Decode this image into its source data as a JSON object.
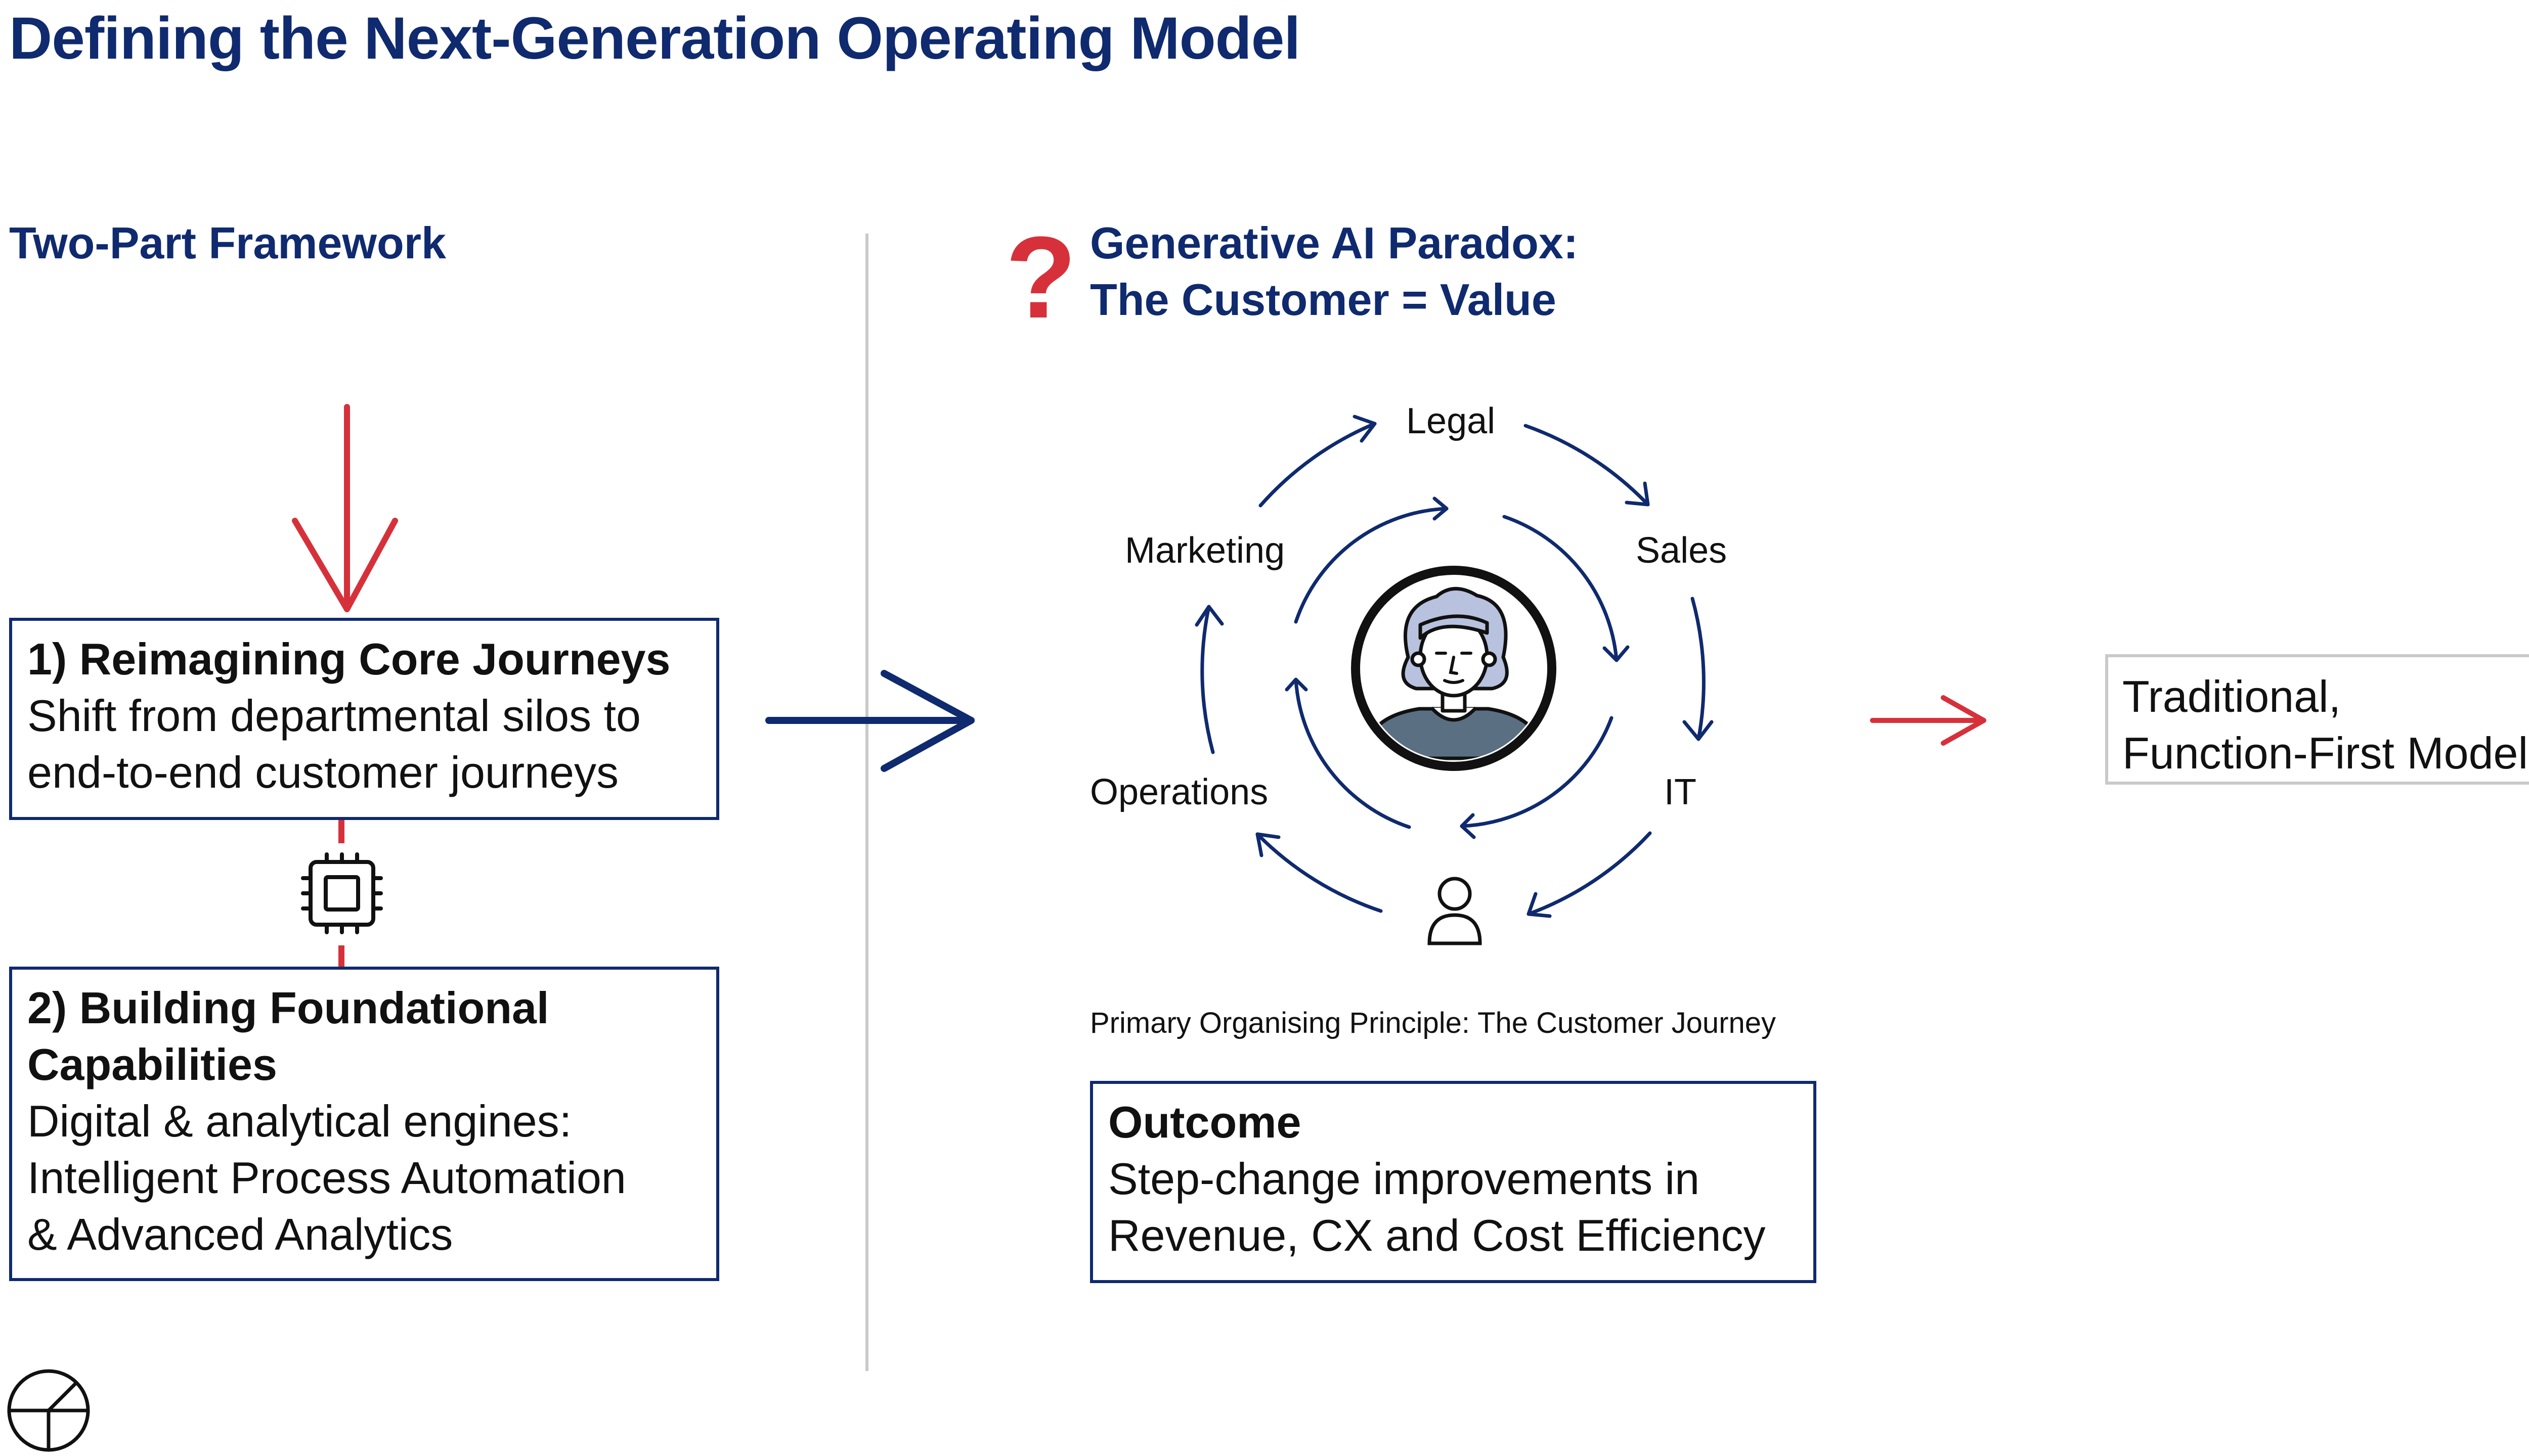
{
  "title": "Defining the Next-Generation Operating Model",
  "left": {
    "heading": "Two-Part Framework",
    "box1": {
      "title": "1) Reimagining Core Journeys",
      "lines": [
        "Shift from departmental silos to",
        "end-to-end customer journeys"
      ]
    },
    "box2": {
      "title_lines": [
        "2) Building Foundational",
        "Capabilities"
      ],
      "lines": [
        "Digital & analytical engines:",
        "Intelligent Process Automation",
        "& Advanced Analytics"
      ]
    }
  },
  "right": {
    "heading_lines": [
      "Generative AI Paradox:",
      "The Customer = Value"
    ],
    "cycle_labels": {
      "legal": "Legal",
      "sales": "Sales",
      "it": "IT",
      "operations": "Operations",
      "marketing": "Marketing"
    },
    "caption": "Primary Organising Principle: The Customer Journey",
    "outcome": {
      "title": "Outcome",
      "lines": [
        "Step-change improvements in",
        "Revenue, CX and Cost Efficiency"
      ]
    },
    "traditional_lines": [
      "Traditional,",
      "Function-First Model"
    ]
  },
  "icons": {
    "question": "question-mark-icon",
    "chip": "cpu-chip-icon",
    "customer": "customer-avatar-icon",
    "person": "person-icon",
    "logo": "brand-logo-icon"
  },
  "colors": {
    "navy": "#0f2a6e",
    "red": "#d6313a",
    "divider": "#c9c9c9",
    "avatar_hair": "#b8c2de",
    "avatar_shirt": "#5a6f82"
  }
}
